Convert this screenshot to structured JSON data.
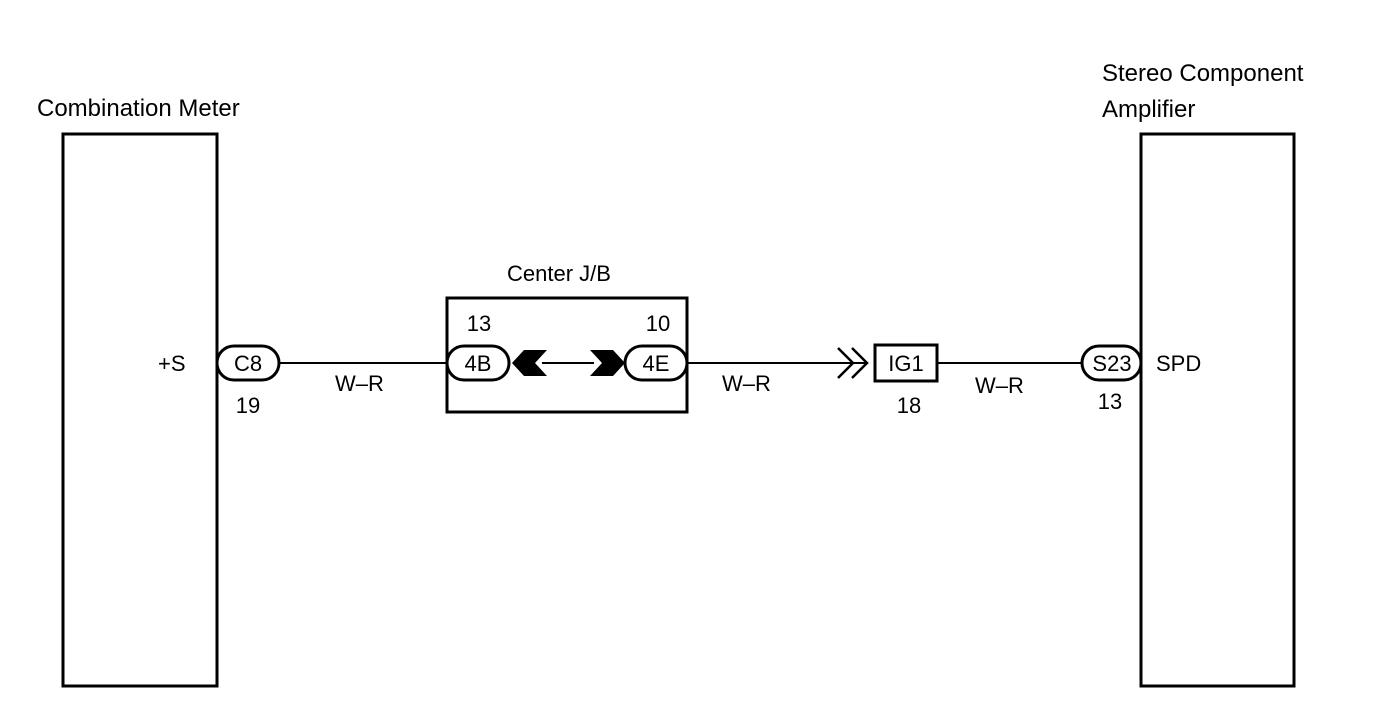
{
  "components": {
    "combination_meter": {
      "title": "Combination Meter",
      "terminal_name": "+S"
    },
    "stereo_amplifier": {
      "title_line1": "Stereo Component",
      "title_line2": "Amplifier",
      "terminal_name": "SPD"
    },
    "center_jb": {
      "title": "Center J/B"
    }
  },
  "connectors": {
    "c8": {
      "label": "C8",
      "pin": "19"
    },
    "jb_4b": {
      "label": "4B",
      "pin": "13"
    },
    "jb_4e": {
      "label": "4E",
      "pin": "10"
    },
    "ig1": {
      "label": "IG1",
      "pin": "18"
    },
    "s23": {
      "label": "S23",
      "pin": "13"
    }
  },
  "wires": {
    "w1": {
      "color": "W–R"
    },
    "w2": {
      "color": "W–R"
    },
    "w3": {
      "color": "W–R"
    }
  },
  "colors": {
    "line": "#000000",
    "background": "#ffffff"
  }
}
